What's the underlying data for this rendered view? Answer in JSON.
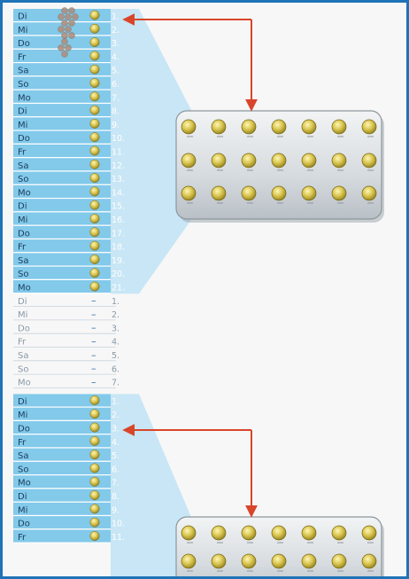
{
  "diagram": {
    "weekdays": [
      "Di",
      "Mi",
      "Do",
      "Fr",
      "Sa",
      "So",
      "Mo"
    ],
    "section1": {
      "active_count": 21,
      "pause_count": 7
    },
    "section2": {
      "visible_days": 11
    },
    "pause_marker": "–",
    "colors": {
      "frame": "#1f73b7",
      "row_active": "#82c9ea",
      "row_divider": "#ffffff",
      "funnel": "#bfe3f4",
      "arrow": "#d9452a",
      "pill": "#d8c34d",
      "blister": "#dfe3e6",
      "pause_text": "#8a9aa8",
      "active_text": "#1d3d5c"
    }
  }
}
